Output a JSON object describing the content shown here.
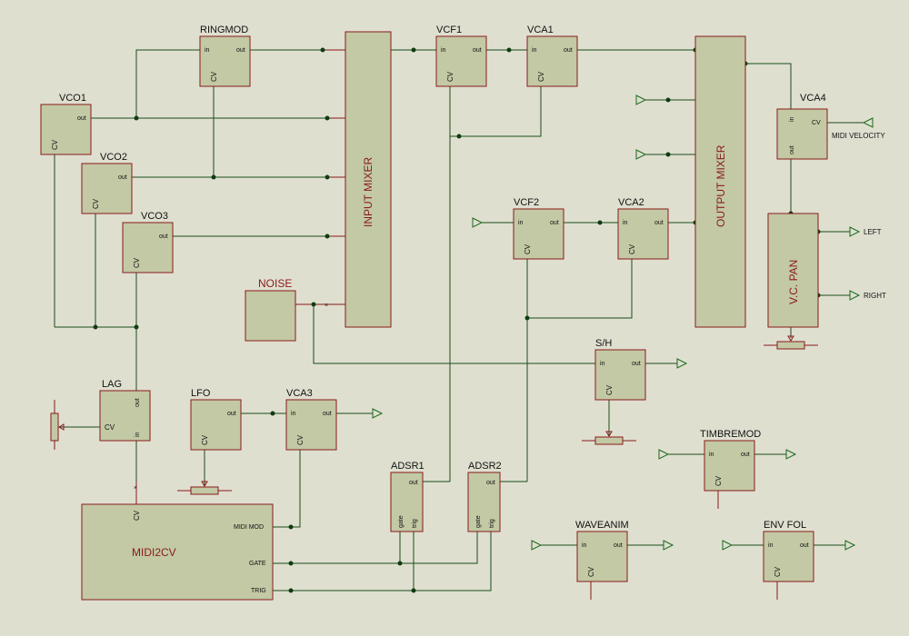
{
  "colors": {
    "background": "#dfdfd0",
    "block_fill": "#c2c9a4",
    "block_border": "#8a1a1a",
    "wire": "#1a4d1a",
    "label_red": "#8a1a1a"
  },
  "modules": {
    "ringmod": {
      "title": "RINGMOD",
      "in": "in",
      "out": "out",
      "cv": "CV"
    },
    "vco1": {
      "title": "VCO1",
      "out": "out",
      "cv": "CV"
    },
    "vco2": {
      "title": "VCO2",
      "out": "out",
      "cv": "CV"
    },
    "vco3": {
      "title": "VCO3",
      "out": "out",
      "cv": "CV"
    },
    "noise": {
      "title": "NOISE"
    },
    "input_mixer": {
      "title": "INPUT MIXER"
    },
    "vcf1": {
      "title": "VCF1",
      "in": "in",
      "out": "out",
      "cv": "CV"
    },
    "vca1": {
      "title": "VCA1",
      "in": "in",
      "out": "out",
      "cv": "CV"
    },
    "vcf2": {
      "title": "VCF2",
      "in": "in",
      "out": "out",
      "cv": "CV"
    },
    "vca2": {
      "title": "VCA2",
      "in": "in",
      "out": "out",
      "cv": "CV"
    },
    "output_mixer": {
      "title": "OUTPUT MIXER"
    },
    "vca4": {
      "title": "VCA4",
      "in": "in",
      "out": "out",
      "cv": "CV"
    },
    "vc_pan": {
      "title": "V.C. PAN"
    },
    "sh": {
      "title": "S/H",
      "in": "in",
      "out": "out",
      "cv": "CV"
    },
    "lag": {
      "title": "LAG",
      "out": "out",
      "cv": "CV",
      "in": "in"
    },
    "lfo": {
      "title": "LFO",
      "out": "out",
      "cv": "CV"
    },
    "vca3": {
      "title": "VCA3",
      "in": "in",
      "out": "out",
      "cv": "CV"
    },
    "adsr1": {
      "title": "ADSR1",
      "out": "out",
      "gate": "gate",
      "trig": "trig"
    },
    "adsr2": {
      "title": "ADSR2",
      "out": "out",
      "gate": "gate",
      "trig": "trig"
    },
    "midi2cv": {
      "title": "MIDI2CV",
      "cv": "CV",
      "midi_mod": "MIDI MOD",
      "gate": "GATE",
      "trig": "TRIG"
    },
    "timbremod": {
      "title": "TIMBREMOD",
      "in": "in",
      "out": "out",
      "cv": "CV"
    },
    "waveanim": {
      "title": "WAVEANIM",
      "in": "in",
      "out": "out",
      "cv": "CV"
    },
    "env_fol": {
      "title": "ENV FOL",
      "in": "in",
      "out": "out",
      "cv": "CV"
    }
  },
  "external": {
    "midi_velocity": "MIDI VELOCITY",
    "left": "LEFT",
    "right": "RIGHT"
  }
}
